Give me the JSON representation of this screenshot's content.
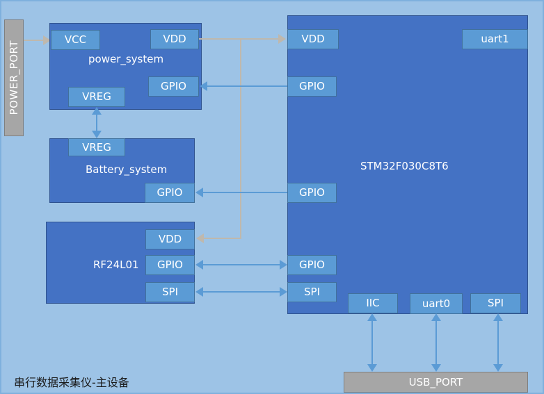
{
  "diagram": {
    "title": "串行数据采集仪-主设备",
    "background_color": "#9dc3e6",
    "block_color": "#4472c4",
    "port_color": "#5b9bd5",
    "connector_color": "#5b9bd5",
    "power_connector_color": "#bfb8ad",
    "external_port_color": "#a6a6a6"
  },
  "blocks": {
    "power_port": {
      "label": "POWER_PORT",
      "ports": []
    },
    "power_system": {
      "label": "power_system",
      "ports": [
        {
          "label": "VCC"
        },
        {
          "label": "VDD"
        },
        {
          "label": "GPIO"
        },
        {
          "label": "VREG"
        }
      ]
    },
    "battery_system": {
      "label": "Battery_system",
      "ports": [
        {
          "label": "VREG"
        },
        {
          "label": "GPIO"
        }
      ]
    },
    "rf24l01": {
      "label": "RF24L01",
      "ports": [
        {
          "label": "VDD"
        },
        {
          "label": "GPIO"
        },
        {
          "label": "SPI"
        }
      ]
    },
    "mcu": {
      "label": "STM32F030C8T6",
      "ports": [
        {
          "label": "VDD"
        },
        {
          "label": "GPIO"
        },
        {
          "label": "uart1"
        },
        {
          "label": "GPIO"
        },
        {
          "label": "GPIO"
        },
        {
          "label": "SPI"
        },
        {
          "label": "IIC"
        },
        {
          "label": "uart0"
        },
        {
          "label": "SPI"
        }
      ]
    },
    "usb_port": {
      "label": "USB_PORT",
      "ports": []
    }
  },
  "connections": [
    {
      "name": "power-port-to-vcc",
      "from": "POWER_PORT",
      "to": "power_system.VCC",
      "direction": "one-way",
      "color": "#bfb8ad"
    },
    {
      "name": "power-vdd-to-mcu-vdd",
      "from": "power_system.VDD",
      "to": "STM32F030C8T6.VDD",
      "direction": "one-way",
      "color": "#bfb8ad"
    },
    {
      "name": "power-vdd-to-rf-vdd",
      "from": "power_system.VDD",
      "to": "RF24L01.VDD",
      "direction": "one-way",
      "color": "#bfb8ad"
    },
    {
      "name": "mcu-gpio-to-power-gpio",
      "from": "STM32F030C8T6.GPIO",
      "to": "power_system.GPIO",
      "direction": "one-way",
      "color": "#5b9bd5"
    },
    {
      "name": "mcu-gpio-to-battery-gpio",
      "from": "STM32F030C8T6.GPIO",
      "to": "Battery_system.GPIO",
      "direction": "one-way",
      "color": "#5b9bd5"
    },
    {
      "name": "power-vreg-to-battery-vreg",
      "from": "power_system.VREG",
      "to": "Battery_system.VREG",
      "direction": "two-way",
      "color": "#5b9bd5"
    },
    {
      "name": "rf-gpio-to-mcu-gpio",
      "from": "RF24L01.GPIO",
      "to": "STM32F030C8T6.GPIO",
      "direction": "two-way",
      "color": "#5b9bd5"
    },
    {
      "name": "rf-spi-to-mcu-spi",
      "from": "RF24L01.SPI",
      "to": "STM32F030C8T6.SPI",
      "direction": "two-way",
      "color": "#5b9bd5"
    },
    {
      "name": "mcu-iic-to-usb",
      "from": "STM32F030C8T6.IIC",
      "to": "USB_PORT",
      "direction": "two-way",
      "color": "#5b9bd5"
    },
    {
      "name": "mcu-uart0-to-usb",
      "from": "STM32F030C8T6.uart0",
      "to": "USB_PORT",
      "direction": "two-way",
      "color": "#5b9bd5"
    },
    {
      "name": "mcu-spi-to-usb",
      "from": "STM32F030C8T6.SPI",
      "to": "USB_PORT",
      "direction": "two-way",
      "color": "#5b9bd5"
    }
  ]
}
